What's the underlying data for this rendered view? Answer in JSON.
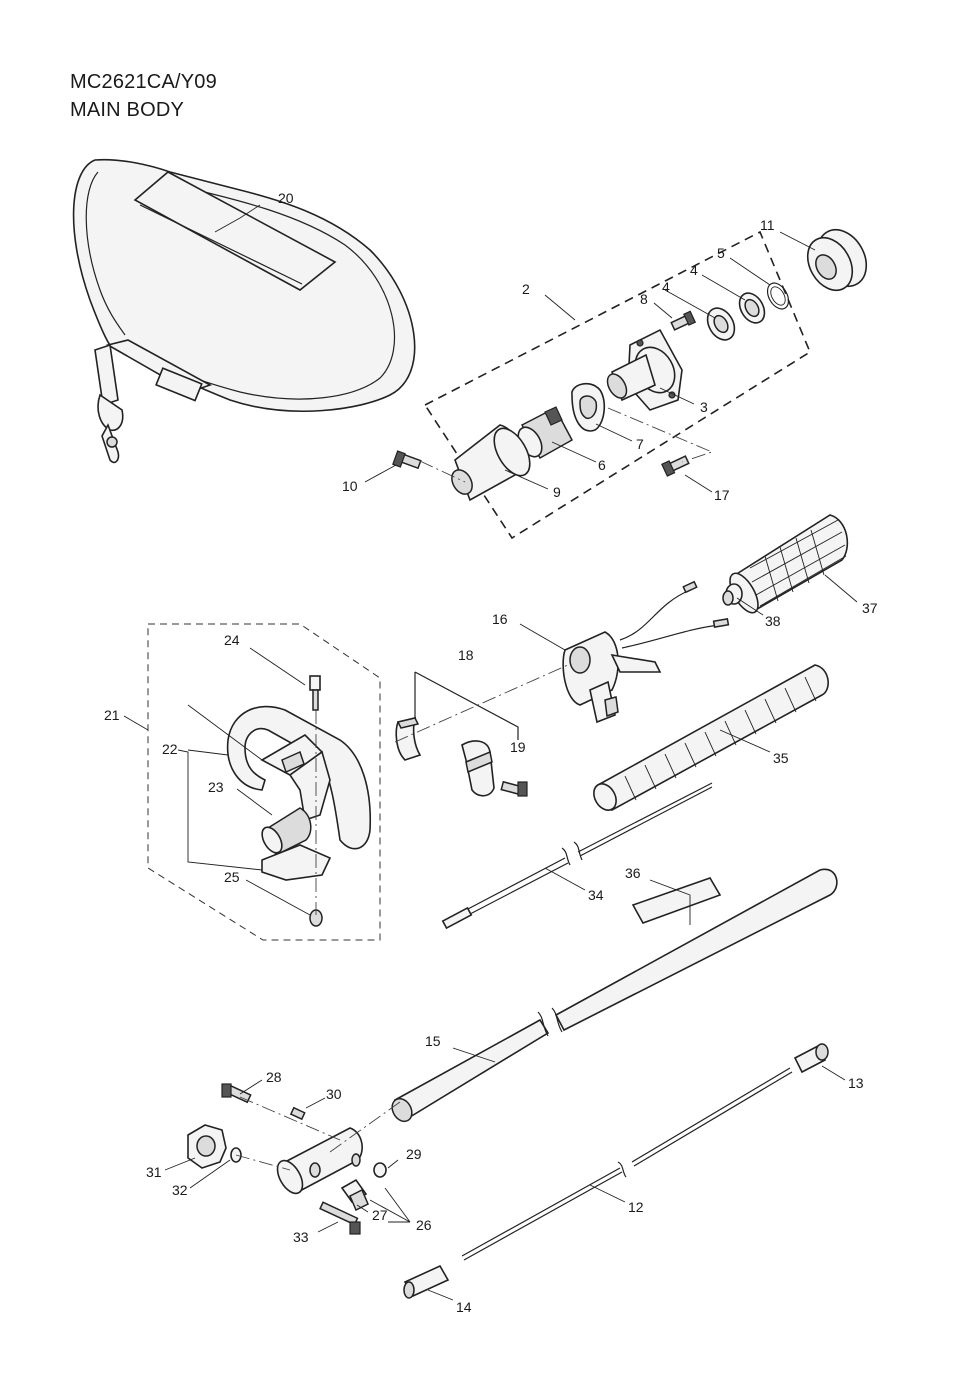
{
  "header": {
    "model": "MC2621CA/Y09",
    "section": "MAIN BODY"
  },
  "callouts": [
    {
      "id": "p2",
      "label": "2"
    },
    {
      "id": "p3",
      "label": "3"
    },
    {
      "id": "p4a",
      "label": "4"
    },
    {
      "id": "p4b",
      "label": "4"
    },
    {
      "id": "p5",
      "label": "5"
    },
    {
      "id": "p6",
      "label": "6"
    },
    {
      "id": "p7",
      "label": "7"
    },
    {
      "id": "p8",
      "label": "8"
    },
    {
      "id": "p9",
      "label": "9"
    },
    {
      "id": "p10",
      "label": "10"
    },
    {
      "id": "p11",
      "label": "11"
    },
    {
      "id": "p12",
      "label": "12"
    },
    {
      "id": "p13",
      "label": "13"
    },
    {
      "id": "p14",
      "label": "14"
    },
    {
      "id": "p15",
      "label": "15"
    },
    {
      "id": "p16",
      "label": "16"
    },
    {
      "id": "p17",
      "label": "17"
    },
    {
      "id": "p18",
      "label": "18"
    },
    {
      "id": "p19",
      "label": "19"
    },
    {
      "id": "p20",
      "label": "20"
    },
    {
      "id": "p21",
      "label": "21"
    },
    {
      "id": "p22",
      "label": "22"
    },
    {
      "id": "p23",
      "label": "23"
    },
    {
      "id": "p24",
      "label": "24"
    },
    {
      "id": "p25",
      "label": "25"
    },
    {
      "id": "p26",
      "label": "26"
    },
    {
      "id": "p27",
      "label": "27"
    },
    {
      "id": "p28",
      "label": "28"
    },
    {
      "id": "p29",
      "label": "29"
    },
    {
      "id": "p30",
      "label": "30"
    },
    {
      "id": "p31",
      "label": "31"
    },
    {
      "id": "p32",
      "label": "32"
    },
    {
      "id": "p33",
      "label": "33"
    },
    {
      "id": "p34",
      "label": "34"
    },
    {
      "id": "p35",
      "label": "35"
    },
    {
      "id": "p36",
      "label": "36"
    },
    {
      "id": "p37",
      "label": "37"
    },
    {
      "id": "p38",
      "label": "38"
    }
  ]
}
